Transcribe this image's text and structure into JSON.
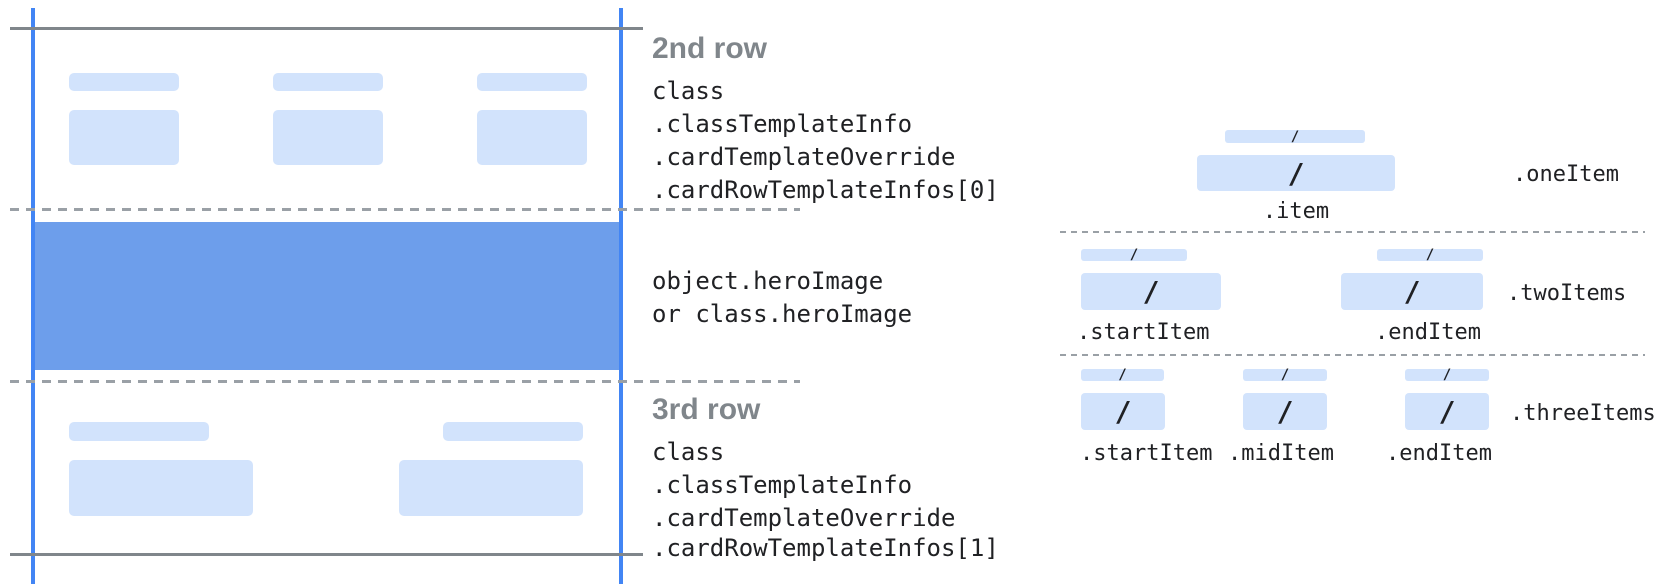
{
  "card": {
    "row2": {
      "title": "2nd row",
      "code": [
        "class",
        ".classTemplateInfo",
        ".cardTemplateOverride",
        ".cardRowTemplateInfos[0]"
      ]
    },
    "hero": {
      "code": [
        "object.heroImage",
        "or class.heroImage"
      ]
    },
    "row3": {
      "title": "3rd row",
      "code": [
        "class",
        ".classTemplateInfo",
        ".cardTemplateOverride",
        ".cardRowTemplateInfos[1]"
      ]
    }
  },
  "items": {
    "one": {
      "label": ".oneItem",
      "item": ".item"
    },
    "two": {
      "label": ".twoItems",
      "start": ".startItem",
      "end": ".endItem"
    },
    "three": {
      "label": ".threeItems",
      "start": ".startItem",
      "mid": ".midItem",
      "end": ".endItem"
    }
  },
  "slash": "/",
  "colors": {
    "accent_blue": "#4285f4",
    "hero_blue": "#6d9eeb",
    "chip_blue": "#d2e3fc",
    "solid_line_gray": "#80868b",
    "dashed_line_gray": "#9aa0a6",
    "heading_gray": "#80868b",
    "code_text": "#202124"
  }
}
